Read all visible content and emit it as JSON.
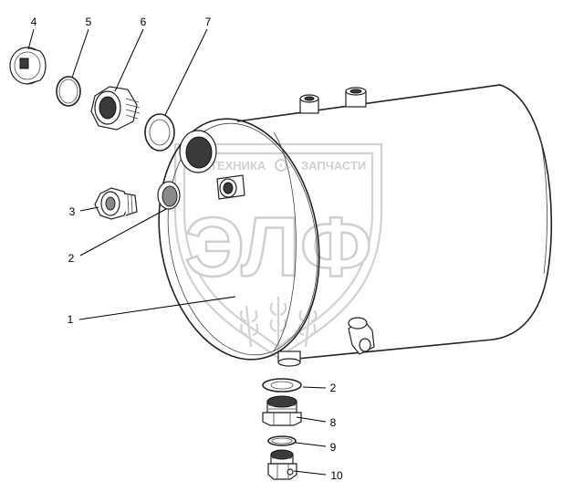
{
  "diagram": {
    "labels": [
      "1",
      "2",
      "3",
      "4",
      "5",
      "6",
      "7",
      "2",
      "8",
      "9",
      "10"
    ]
  },
  "watermark": {
    "brand": "ЭЛФ",
    "left_word": "ТЕХНИКА",
    "right_word": "ЗАПЧАСТИ"
  }
}
